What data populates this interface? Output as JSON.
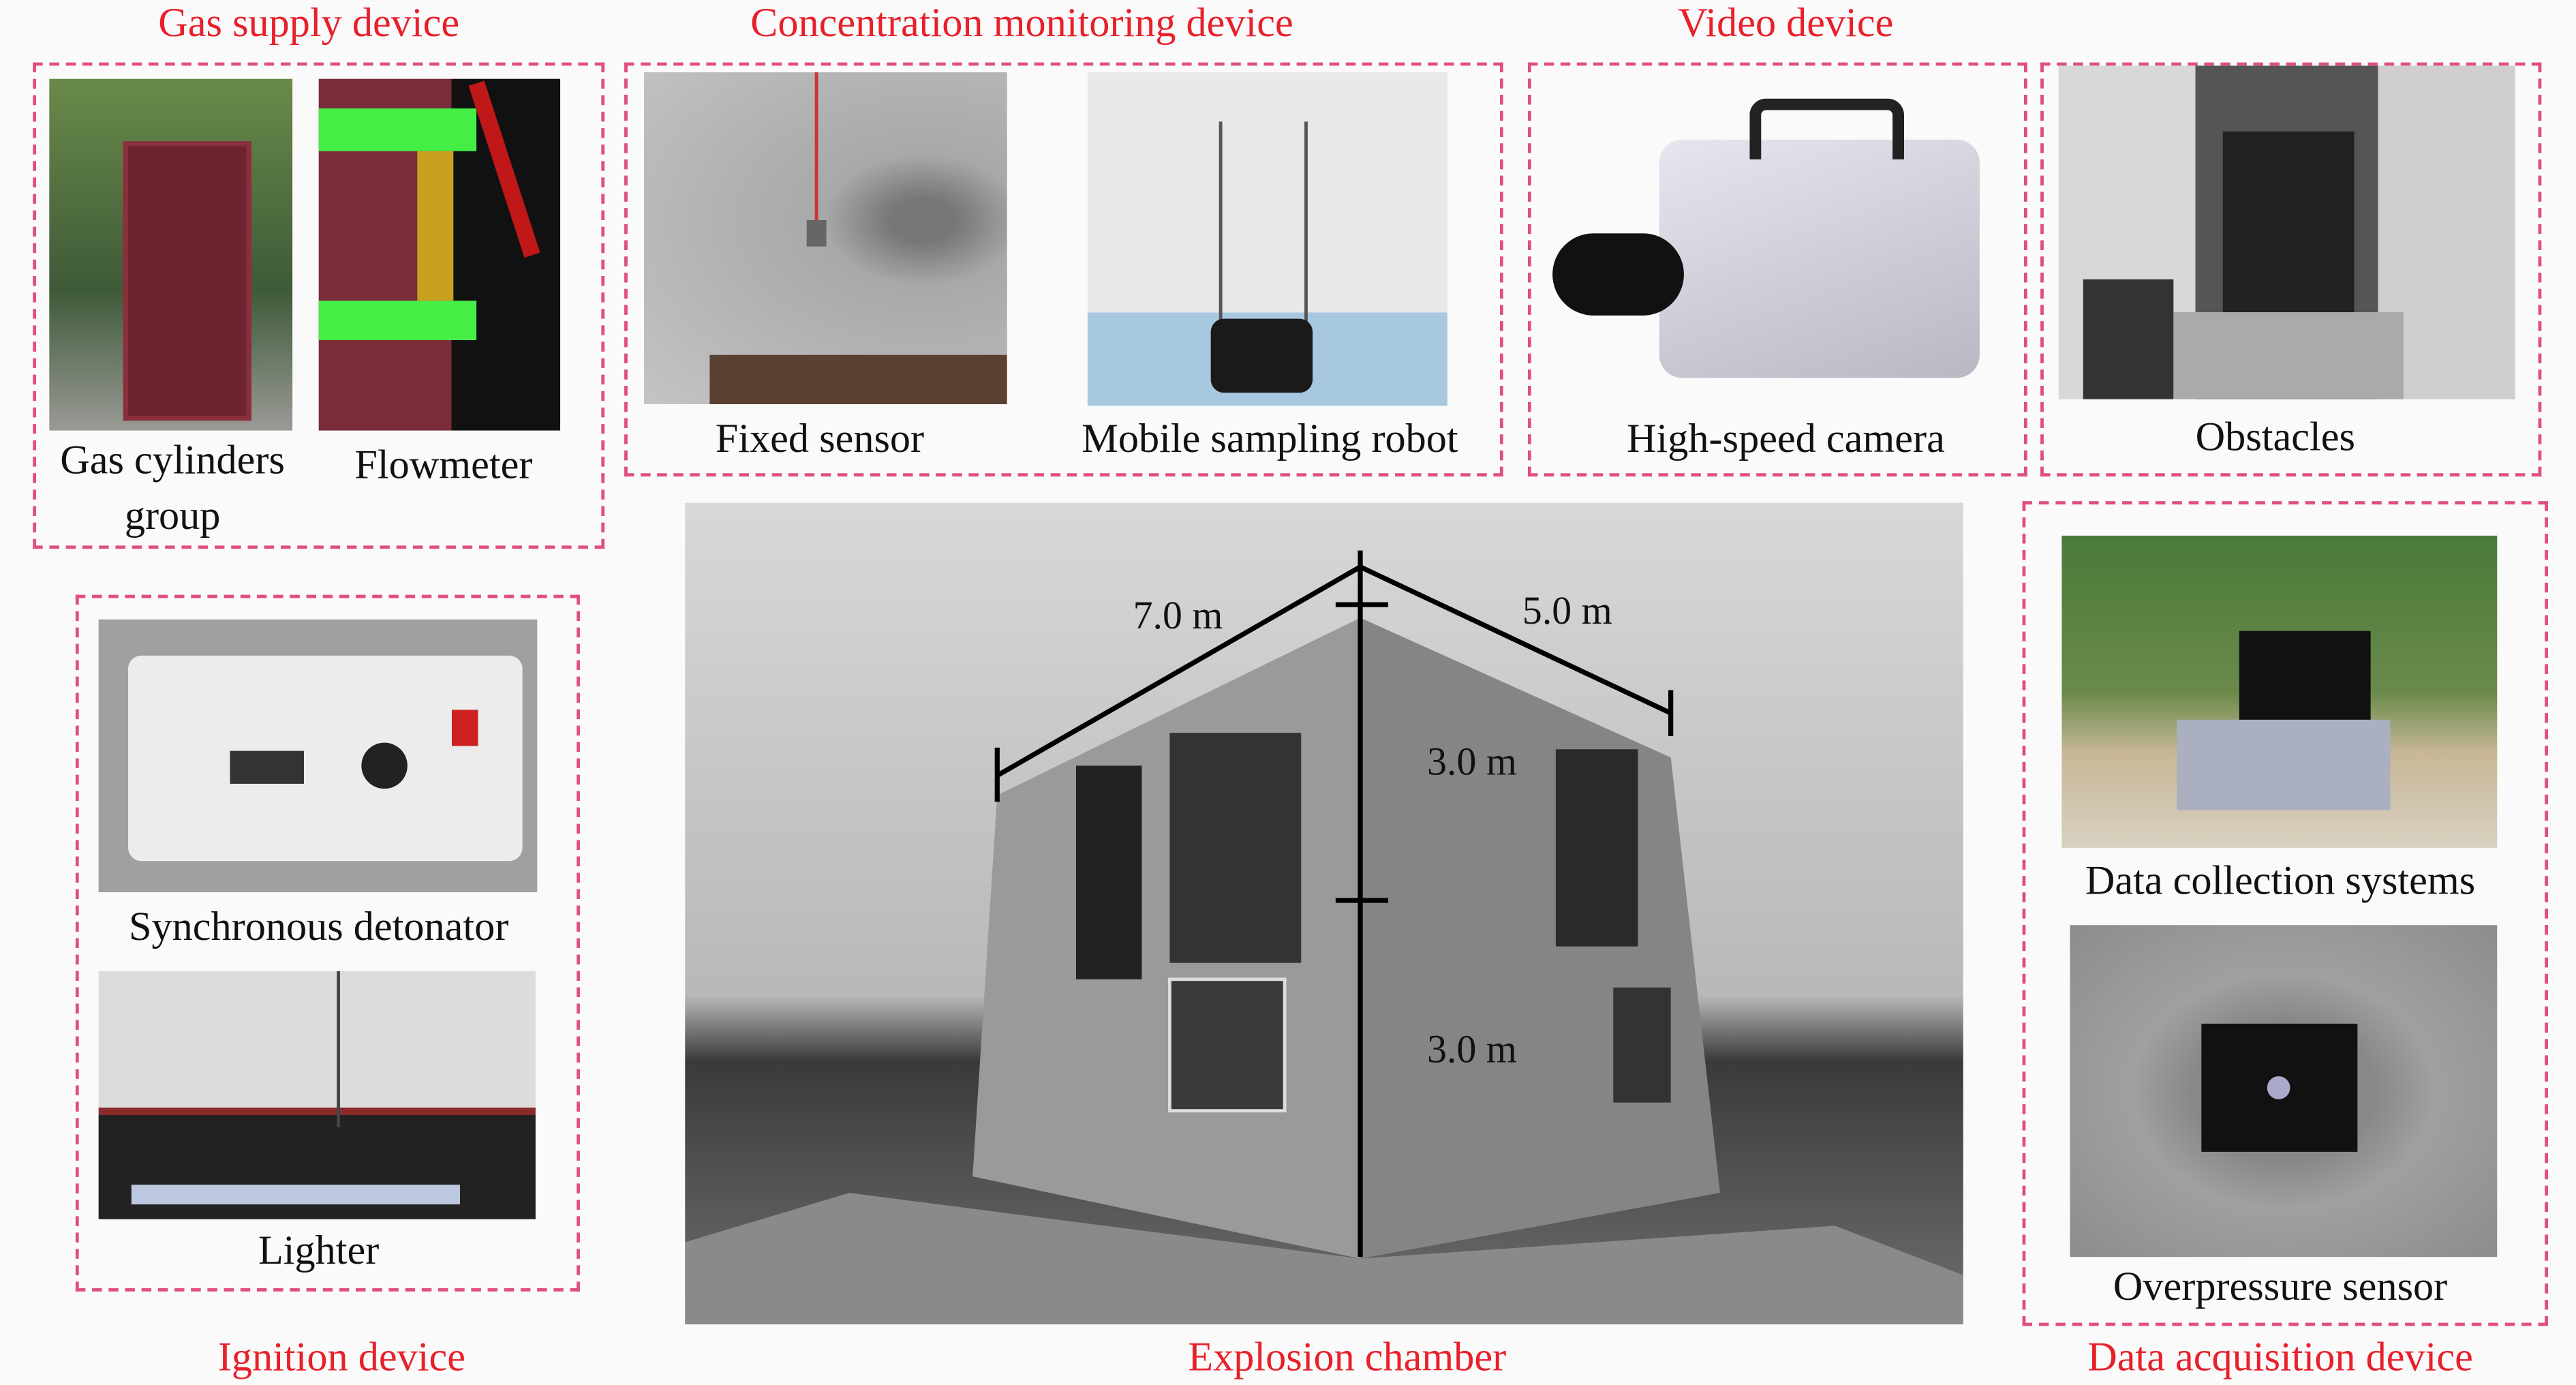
{
  "groups": {
    "gas_supply": {
      "title": "Gas supply device",
      "items": [
        "Gas cylinders",
        "group",
        "Flowmeter"
      ]
    },
    "concentration": {
      "title": "Concentration monitoring device",
      "items": [
        "Fixed sensor",
        "Mobile sampling robot"
      ]
    },
    "video": {
      "title": "Video device",
      "items": [
        "High-speed camera"
      ]
    },
    "obstacles": {
      "items": [
        "Obstacles"
      ]
    },
    "ignition": {
      "title": "Ignition device",
      "items": [
        "Synchronous detonator",
        "Lighter"
      ]
    },
    "chamber": {
      "title": "Explosion chamber",
      "dims": [
        "7.0 m",
        "5.0 m",
        "3.0 m",
        "3.0 m"
      ]
    },
    "acquisition": {
      "title": "Data acquisition device",
      "items": [
        "Data collection systems",
        "Overpressure sensor"
      ]
    }
  },
  "colors": {
    "title_red": "#e8202a",
    "box_border": "#e0507a"
  }
}
